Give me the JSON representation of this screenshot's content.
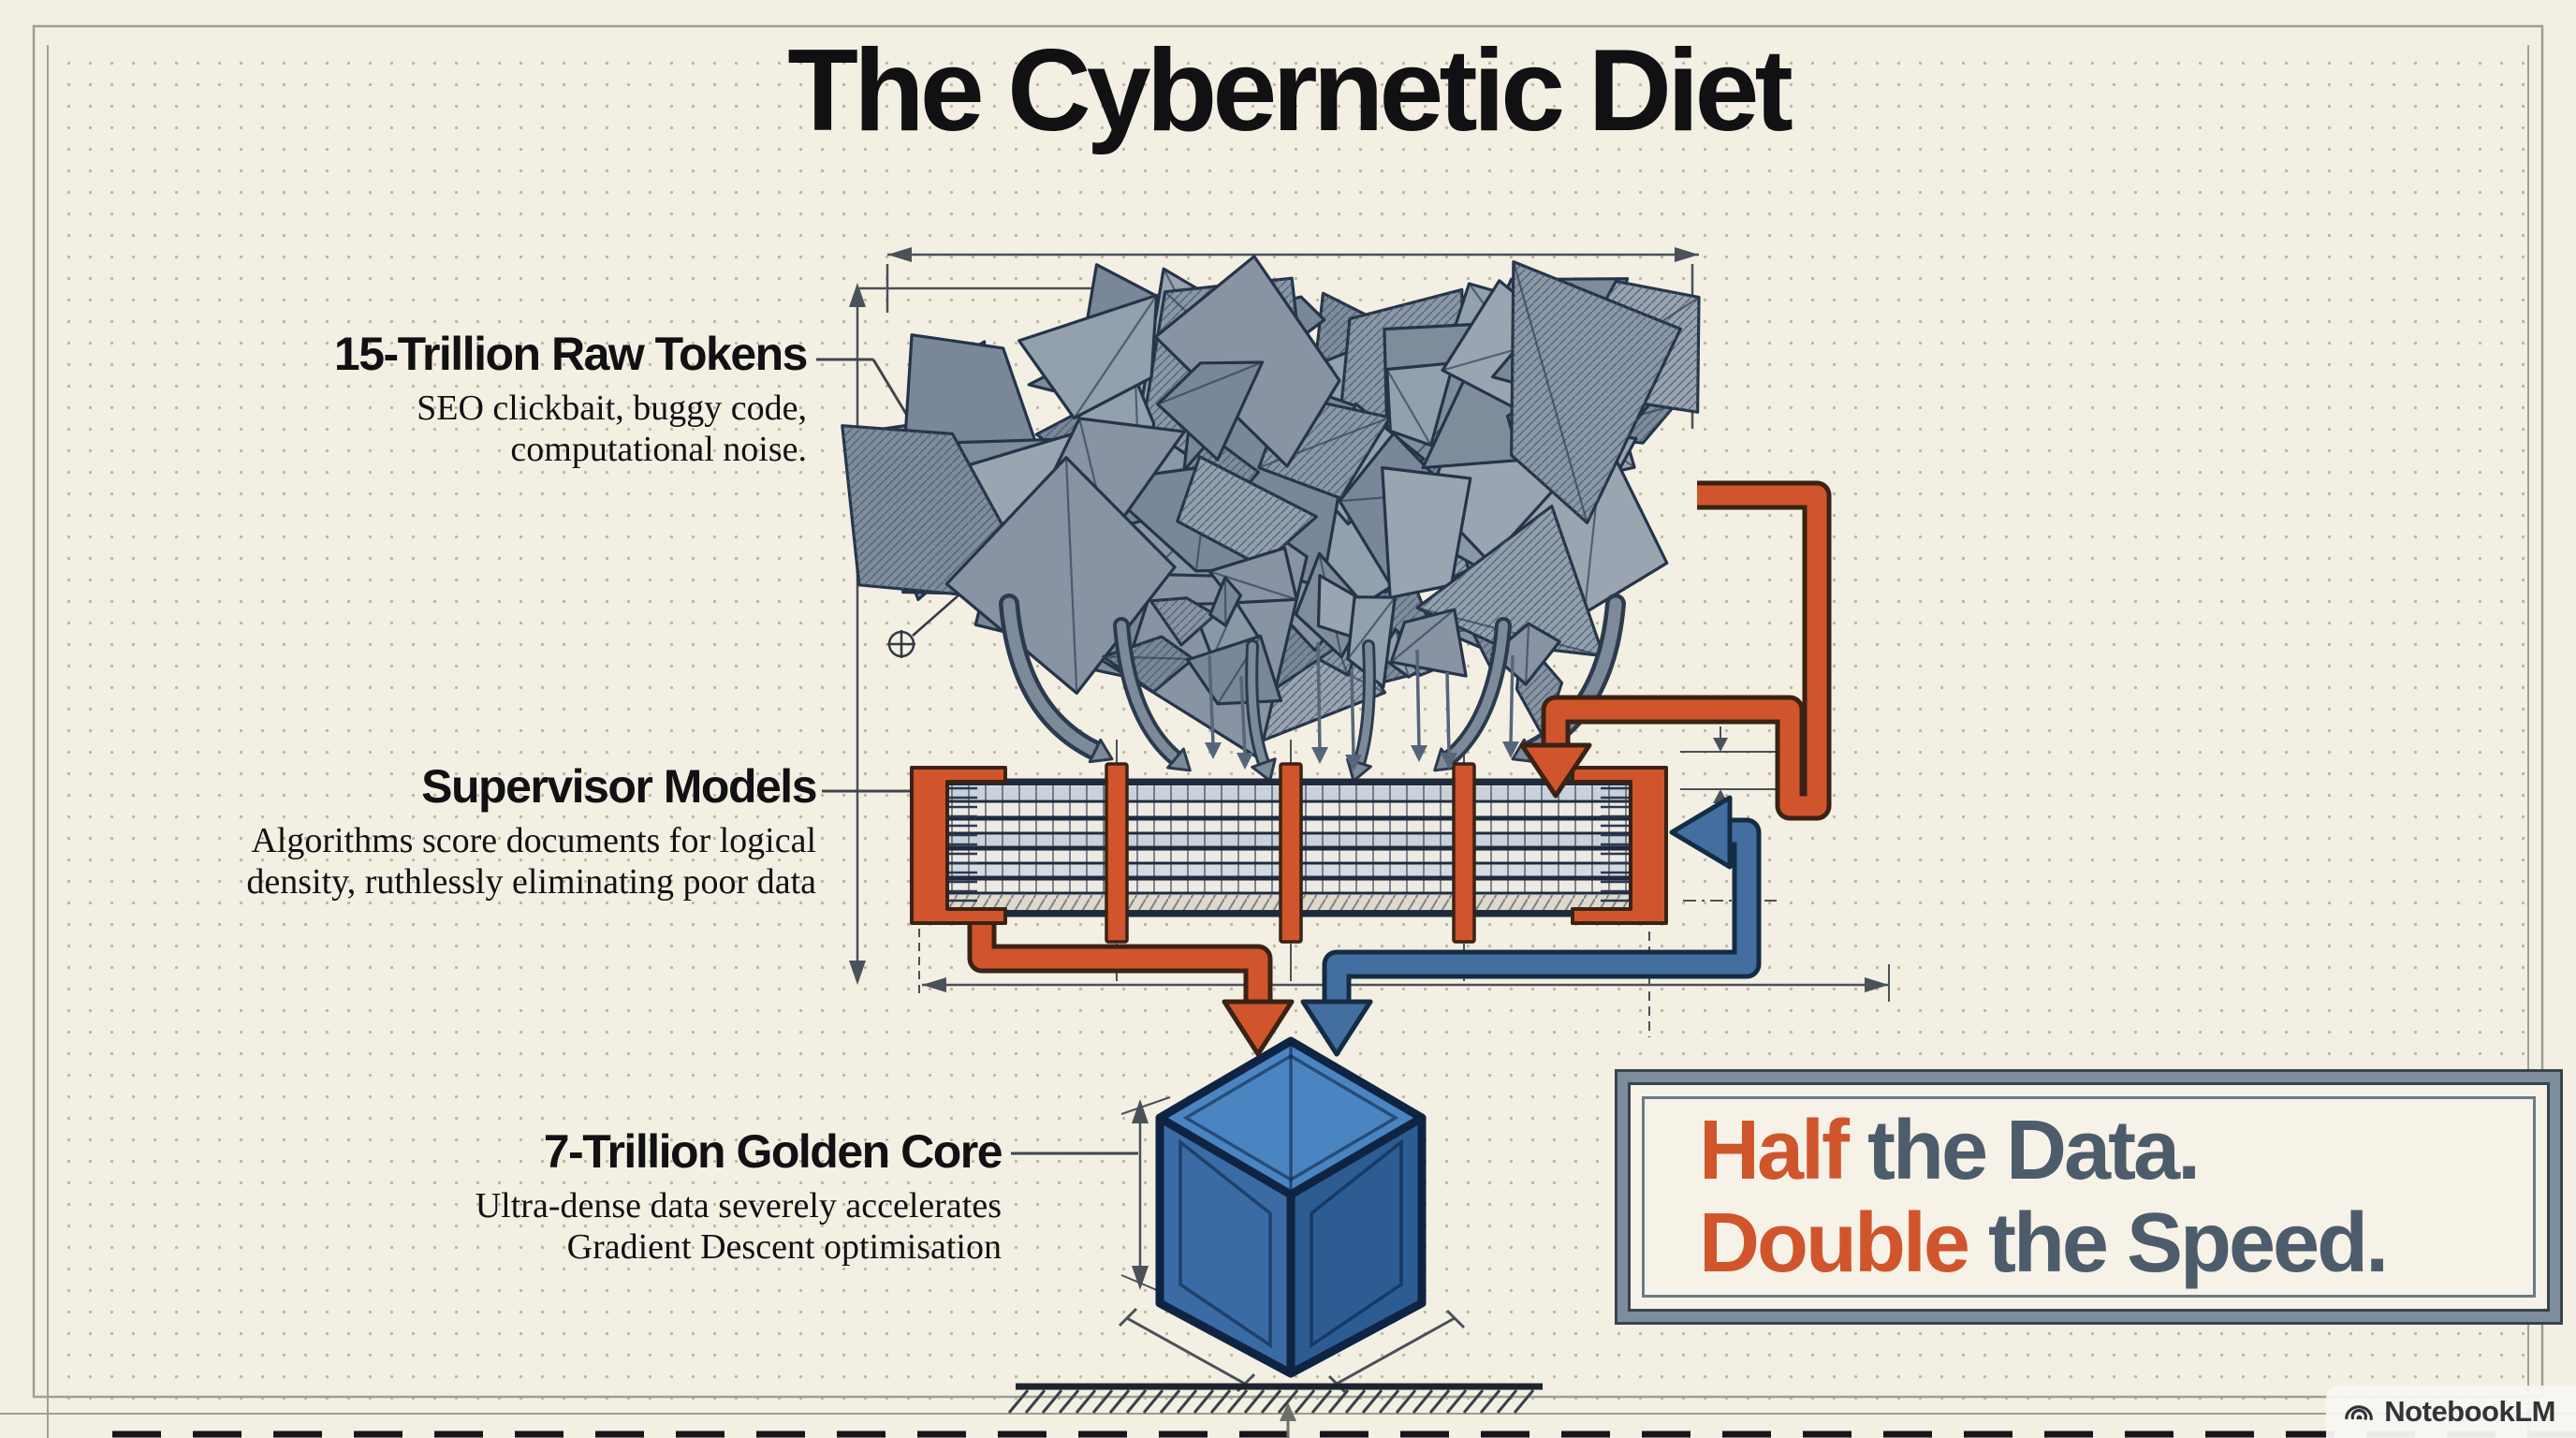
{
  "title": {
    "text": "The Cybernetic Diet"
  },
  "annotations": {
    "raw_tokens": {
      "heading": "15-Trillion Raw Tokens",
      "line1": "SEO clickbait, buggy code,",
      "line2": "computational noise."
    },
    "supervisor": {
      "heading": "Supervisor Models",
      "line1": "Algorithms score documents for logical",
      "line2": "density, ruthlessly eliminating poor data"
    },
    "golden_core": {
      "heading": "7-Trillion Golden Core",
      "line1": "Ultra-dense data severely accelerates",
      "line2": "Gradient Descent optimisation"
    }
  },
  "callout": {
    "line1_accent": "Half",
    "line1_rest": " the Data.",
    "line2_accent": "Double",
    "line2_rest": " the Speed."
  },
  "watermark": {
    "text": "NotebookLM"
  },
  "colors": {
    "background": "#f3efe3",
    "ink": "#111113",
    "accent_orange": "#d0552c",
    "slate_text": "#4d5c6b",
    "pipe_blue": "#426f9f",
    "shard_gray": "#8894a3",
    "cube_blue": "#3a6ba4"
  }
}
